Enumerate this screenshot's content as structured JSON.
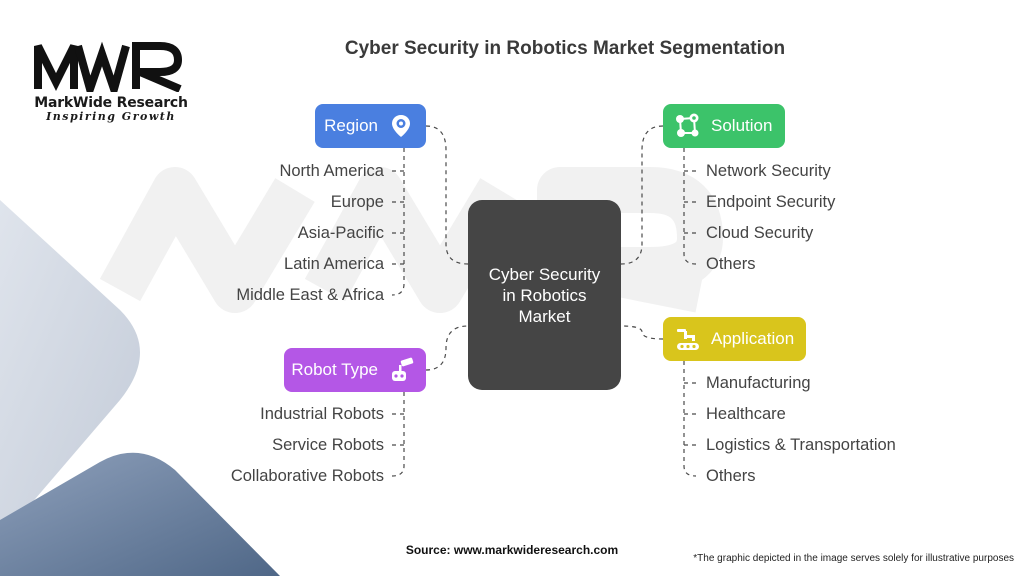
{
  "logo": {
    "mark": "MWR",
    "name": "MarkWide Research",
    "tagline": "Inspiring Growth"
  },
  "title": "Cyber Security in Robotics Market Segmentation",
  "center": {
    "label": "Cyber Security in Robotics Market",
    "color": "#454545"
  },
  "categories": {
    "region": {
      "label": "Region",
      "color": "#4a7fe0",
      "icon": "location-gear-icon",
      "items": [
        "North America",
        "Europe",
        "Asia-Pacific",
        "Latin America",
        "Middle East & Africa"
      ]
    },
    "solution": {
      "label": "Solution",
      "color": "#3cc36a",
      "icon": "network-nodes-icon",
      "items": [
        "Network Security",
        "Endpoint Security",
        "Cloud Security",
        "Others"
      ]
    },
    "robot_type": {
      "label": "Robot Type",
      "color": "#b457e6",
      "icon": "robot-camera-icon",
      "items": [
        "Industrial Robots",
        "Service Robots",
        "Collaborative Robots"
      ]
    },
    "application": {
      "label": "Application",
      "color": "#d9c51c",
      "icon": "robotic-arm-conveyor-icon",
      "items": [
        "Manufacturing",
        "Healthcare",
        "Logistics & Transportation",
        "Others"
      ]
    }
  },
  "footer": {
    "source": "Source: www.markwideresearch.com",
    "note": "*The graphic depicted in the image serves solely for illustrative purposes"
  }
}
